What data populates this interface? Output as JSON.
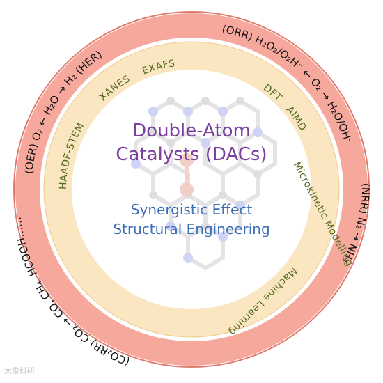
{
  "center": {
    "title_line1": "Double-Atom",
    "title_line2": "Catalysts (DACs)",
    "subtitle_line1": "Synergistic Effect",
    "subtitle_line2": "Structural Engineering"
  },
  "inner_ring_labels": {
    "characterization": [
      "HAADF-STEM",
      "XANES",
      "EXAFS"
    ],
    "computation": [
      "DFT",
      "AIMD",
      "Microkinetic Modelling",
      "Machine Learning"
    ]
  },
  "outer_ring_labels": {
    "her_oer": "(OER) O₂ ← H₂O → H₂ (HER)",
    "orr": "(ORR) H₂O₂/O₂H⁻ ← O₂ → H₂O/OH⁻",
    "nrr": "(NRR) N₂ → NH₃",
    "co2rr": "(CO₂RR) CO₂ → CO, CH₄, HCOOH……"
  },
  "watermark": "大象科研",
  "colors": {
    "outer_ring": "#f6a89c",
    "inner_ring": "#fbe6c2",
    "title_purple": "#7b3fa0",
    "subtitle_blue": "#3d6fb8",
    "ring_text_green": "#556b1f",
    "outer_text": "#111111"
  }
}
